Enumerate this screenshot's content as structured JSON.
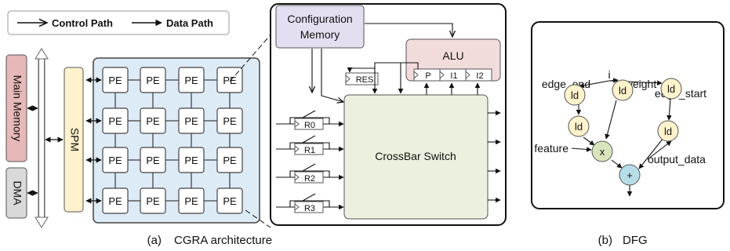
{
  "legend": {
    "control": "Control Path",
    "data": "Data Path"
  },
  "memory": {
    "main": "Main Memory",
    "dma": "DMA",
    "spm": "SPM"
  },
  "grid": {
    "pe": "PE"
  },
  "detail": {
    "config_line1": "Configuration",
    "config_line2": "Memory",
    "alu": "ALU",
    "res": "RES",
    "ports": [
      "P",
      "I1",
      "I2"
    ],
    "registers": [
      "R0",
      "R1",
      "R2",
      "R3"
    ],
    "crossbar": "CrossBar Switch"
  },
  "dfg": {
    "inputs": {
      "i": "i",
      "edge_end": "edge_end",
      "weight": "weight",
      "edge_start": "edge_start",
      "feature": "feature",
      "output_data": "output_data"
    },
    "ops": {
      "ld": "ld",
      "mul": "x",
      "add": "+"
    }
  },
  "captions": {
    "a_prefix": "(a)",
    "a_label": "CGRA architecture",
    "b_prefix": "(b)",
    "b_label": "DFG"
  },
  "colors": {
    "main_memory": "#e6b8b7",
    "dma": "#d9d9d9",
    "spm": "#fff2cc",
    "pe_array_bg": "#ddebf7",
    "config": "#e4dff0",
    "alu": "#f2dcdb",
    "crossbar": "#ebf1de",
    "ld_node": "#fff2cc",
    "mul_node": "#d8e4bc",
    "add_node": "#b7dee8"
  }
}
